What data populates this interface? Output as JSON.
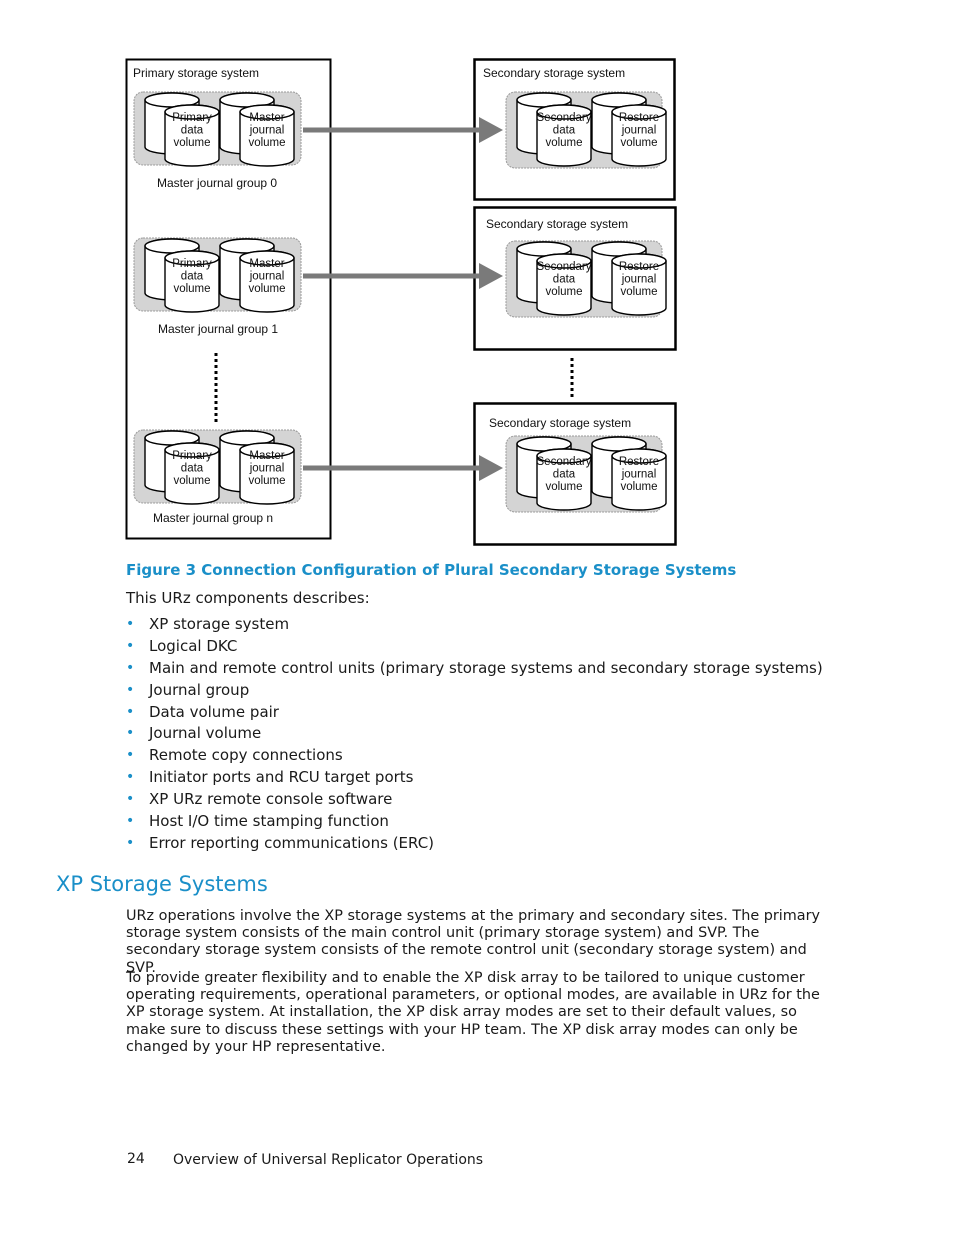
{
  "diagram": {
    "primary_title": "Primary storage system",
    "secondary_title": "Secondary storage system",
    "groups": [
      {
        "label": "Master journal group 0",
        "primary_vol": [
          "Primary",
          "data",
          "volume"
        ],
        "master_vol": [
          "Master",
          "journal",
          "volume"
        ],
        "secondary_vol": [
          "Secondary",
          "data",
          "volume"
        ],
        "restore_vol": [
          "Restore",
          "journal",
          "volume"
        ]
      },
      {
        "label": "Master journal group 1",
        "primary_vol": [
          "Primary",
          "data",
          "volume"
        ],
        "master_vol": [
          "Master",
          "journal",
          "volume"
        ],
        "secondary_vol": [
          "Secondary",
          "data",
          "volume"
        ],
        "restore_vol": [
          "Restore",
          "journal",
          "volume"
        ]
      },
      {
        "label": "Master journal group n",
        "primary_vol": [
          "Primary",
          "data",
          "volume"
        ],
        "master_vol": [
          "Master",
          "journal",
          "volume"
        ],
        "secondary_vol": [
          "Secondary",
          "data",
          "volume"
        ],
        "restore_vol": [
          "Restore",
          "journal",
          "volume"
        ]
      }
    ]
  },
  "figure_caption": "Figure 3 Connection Configuration of Plural Secondary Storage Systems",
  "intro": "This URz components describes:",
  "bullets": [
    "XP storage system",
    "Logical DKC",
    "Main and remote control units (primary storage systems and secondary storage systems)",
    "Journal group",
    "Data volume pair",
    "Journal volume",
    "Remote copy connections",
    "Initiator ports and RCU target ports",
    "XP URz remote console software",
    "Host I/O time stamping function",
    "Error reporting communications (ERC)"
  ],
  "section_heading": "XP Storage Systems",
  "paragraphs": [
    "URz operations involve the XP storage systems at the primary and secondary sites. The primary storage system consists of the main control unit (primary storage system) and SVP. The secondary storage system consists of the remote control unit (secondary storage system) and SVP.",
    "To provide greater flexibility and to enable the XP disk array to be tailored to unique customer operating requirements, operational parameters, or optional modes, are available in URz for the XP storage system. At installation, the XP disk array modes are set to their default values, so make sure to discuss these settings with your HP team. The XP disk array modes can only be changed by your HP representative."
  ],
  "footer": {
    "page_number": "24",
    "title": "Overview of Universal Replicator Operations"
  },
  "colors": {
    "accent": "#1a8fc8",
    "arrow": "#7a7a7a",
    "volume_group_fill": "#d4d4d4"
  }
}
